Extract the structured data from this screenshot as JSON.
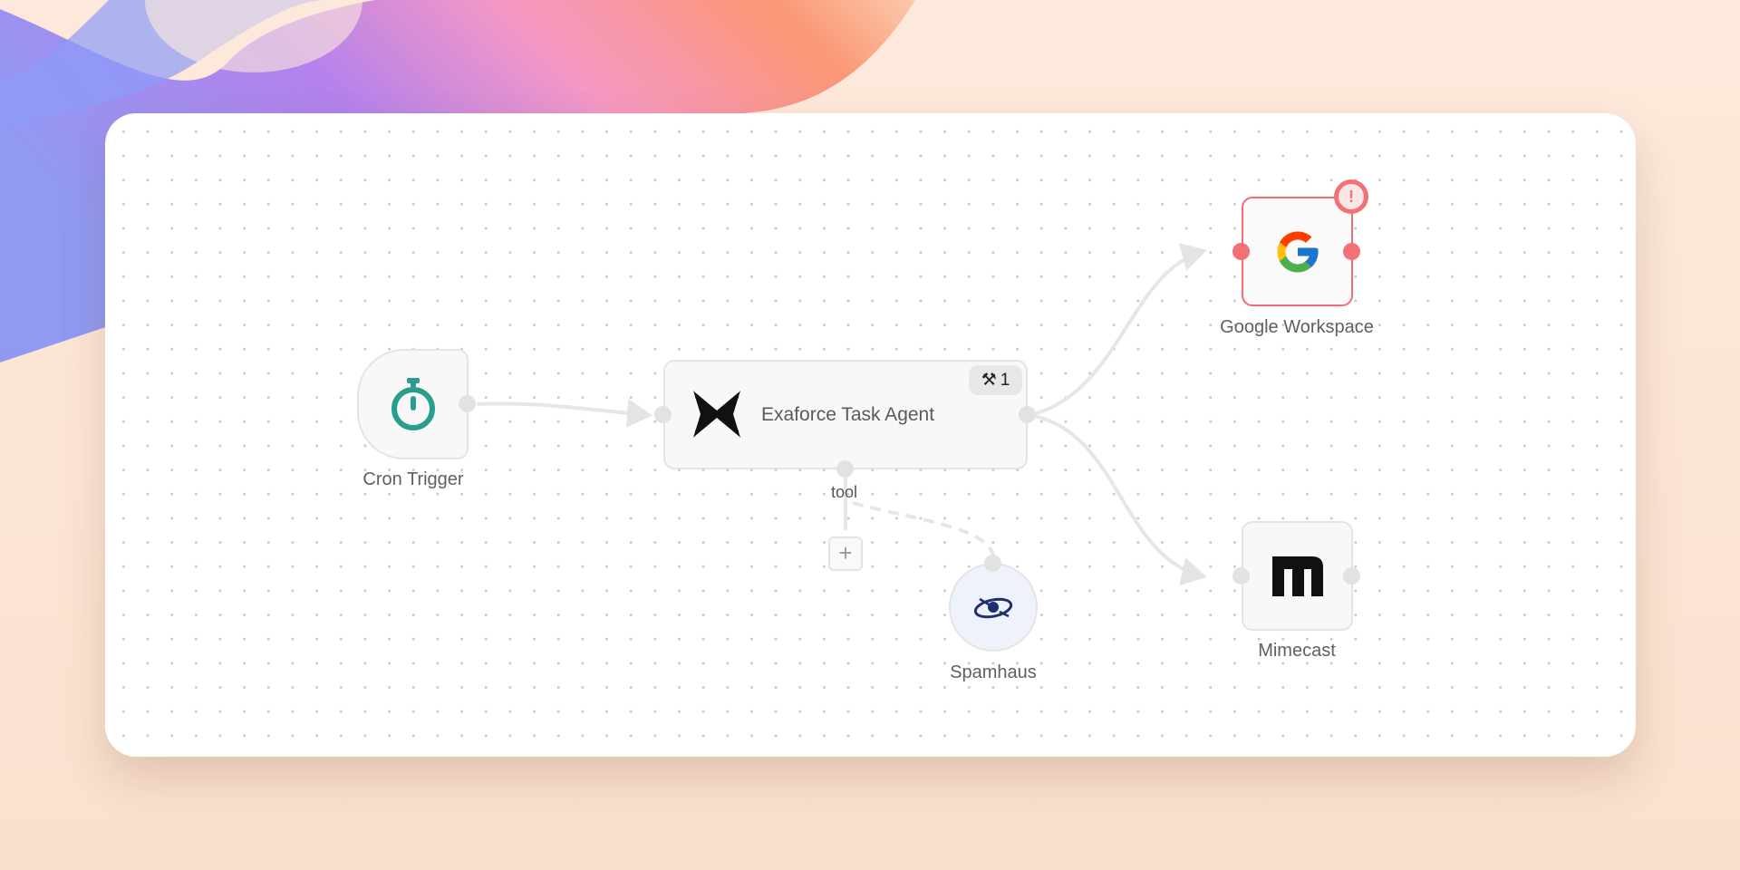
{
  "colors": {
    "canvas_bg": "#ffffff",
    "edge": "#e6e6e6",
    "error": "#f37175",
    "cron_teal": "#2a9d8f",
    "spamhaus_navy": "#1d2f6f"
  },
  "workflow": {
    "nodes": {
      "cron_trigger": {
        "label": "Cron Trigger",
        "icon": "stopwatch-icon"
      },
      "agent": {
        "title": "Exaforce Task Agent",
        "icon": "exaforce-logo-icon",
        "tool_count": "1",
        "tool_icon": "hammer-wrench-icon",
        "tool_port_label": "tool"
      },
      "spamhaus": {
        "label": "Spamhaus",
        "icon": "spamhaus-logo-icon"
      },
      "google_workspace": {
        "label": "Google Workspace",
        "icon": "google-g-icon",
        "error_symbol": "!"
      },
      "mimecast": {
        "label": "Mimecast",
        "icon": "mimecast-logo-icon"
      }
    },
    "add_tool_symbol": "+"
  }
}
